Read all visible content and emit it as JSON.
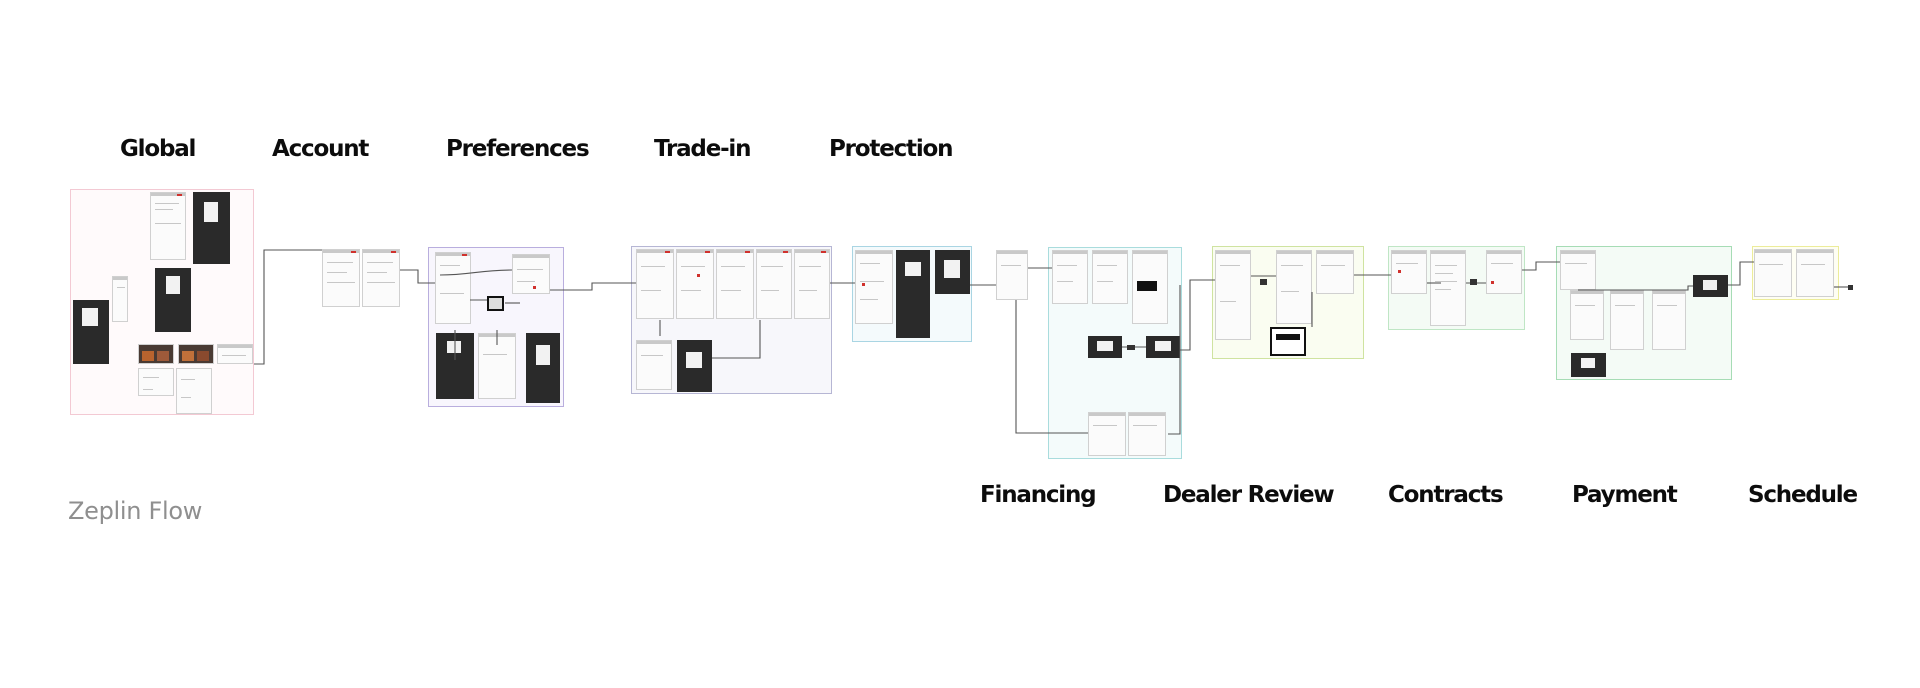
{
  "flow": {
    "subtitle": "Zeplin Flow",
    "sections_top": [
      {
        "id": "global",
        "label": "Global"
      },
      {
        "id": "account",
        "label": "Account"
      },
      {
        "id": "preferences",
        "label": "Preferences"
      },
      {
        "id": "tradein",
        "label": "Trade-in"
      },
      {
        "id": "protection",
        "label": "Protection"
      }
    ],
    "sections_bottom": [
      {
        "id": "financing",
        "label": "Financing"
      },
      {
        "id": "dealer",
        "label": "Dealer Review"
      },
      {
        "id": "contracts",
        "label": "Contracts"
      },
      {
        "id": "payment",
        "label": "Payment"
      },
      {
        "id": "schedule",
        "label": "Schedule"
      }
    ]
  },
  "colors": {
    "global": "#f3c9d3",
    "preferences": "#b9aede",
    "tradein": "#b6b6d4",
    "protection": "#a9d5e3",
    "financing": "#a9dcdd",
    "dealer": "#cfe3a0",
    "contracts": "#bfe6c5",
    "payment": "#a6dcb5",
    "schedule": "#ecec9a",
    "wire": "#555555"
  }
}
